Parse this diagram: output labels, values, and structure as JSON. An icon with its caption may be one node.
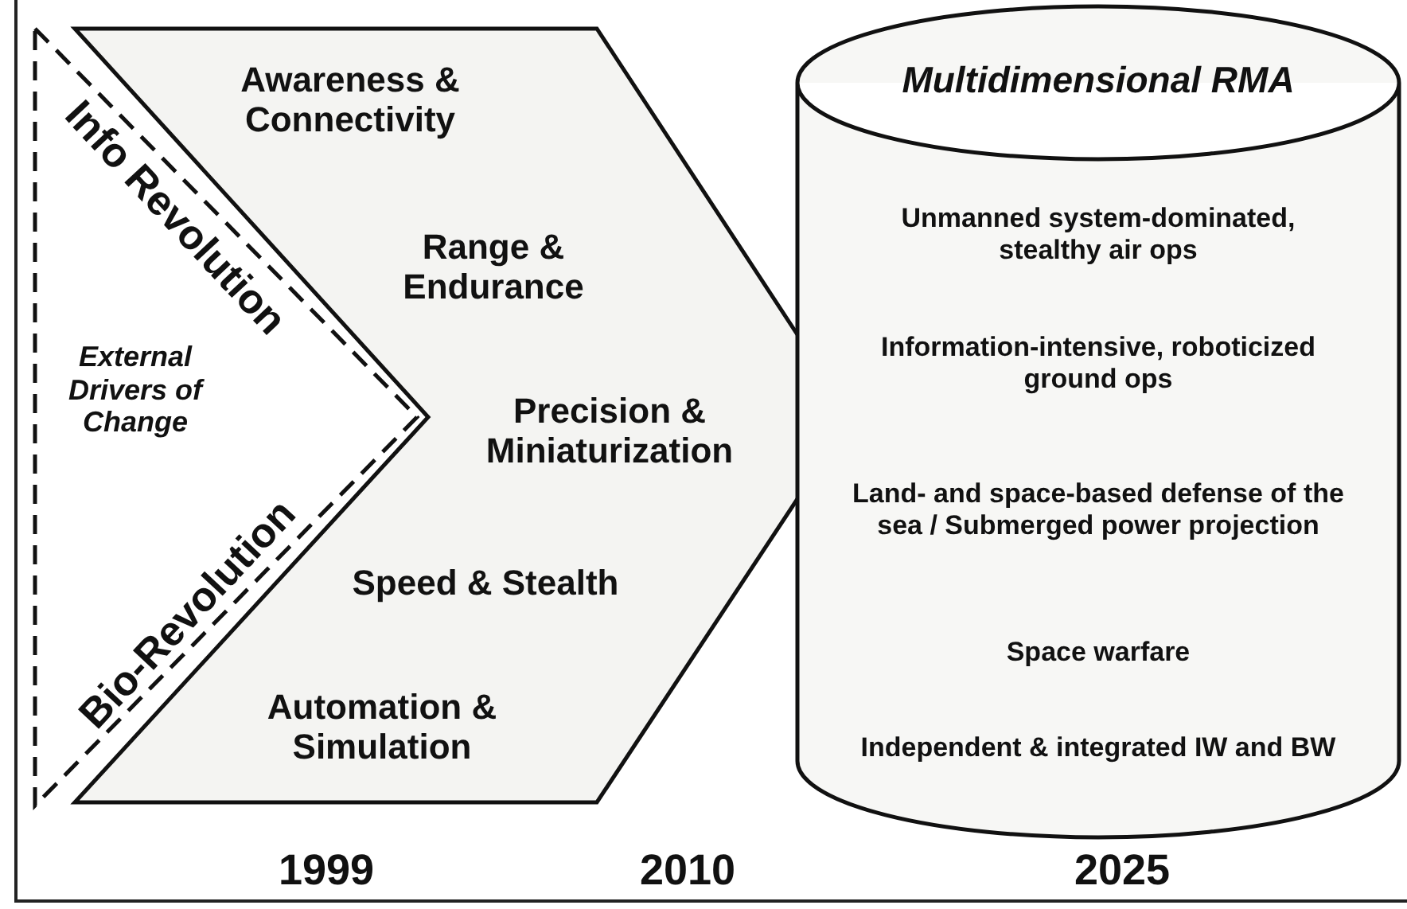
{
  "diagram": {
    "nodes": [
      {
        "text": [
          "Info Revolution",
          "Bio-Revolution",
          "External Drivers of Change"
        ]
      },
      {
        "text": [
          "Awareness & Connectivity",
          "Range & Endurance",
          "Precision & Miniaturization",
          "Speed & Stealth",
          "Automation & Simulation"
        ]
      },
      {
        "text": [
          "Multidimensional RMA",
          "Unmanned system-dominated, stealthy air ops",
          "Information-intensive, roboticized ground ops",
          "Land- and space-based defense of the sea / Submerged power projection",
          "Space warfare",
          "Independent & integrated IW and BW"
        ]
      }
    ],
    "edges": [],
    "labels": [
      "1999",
      "2010",
      "2025"
    ]
  }
}
